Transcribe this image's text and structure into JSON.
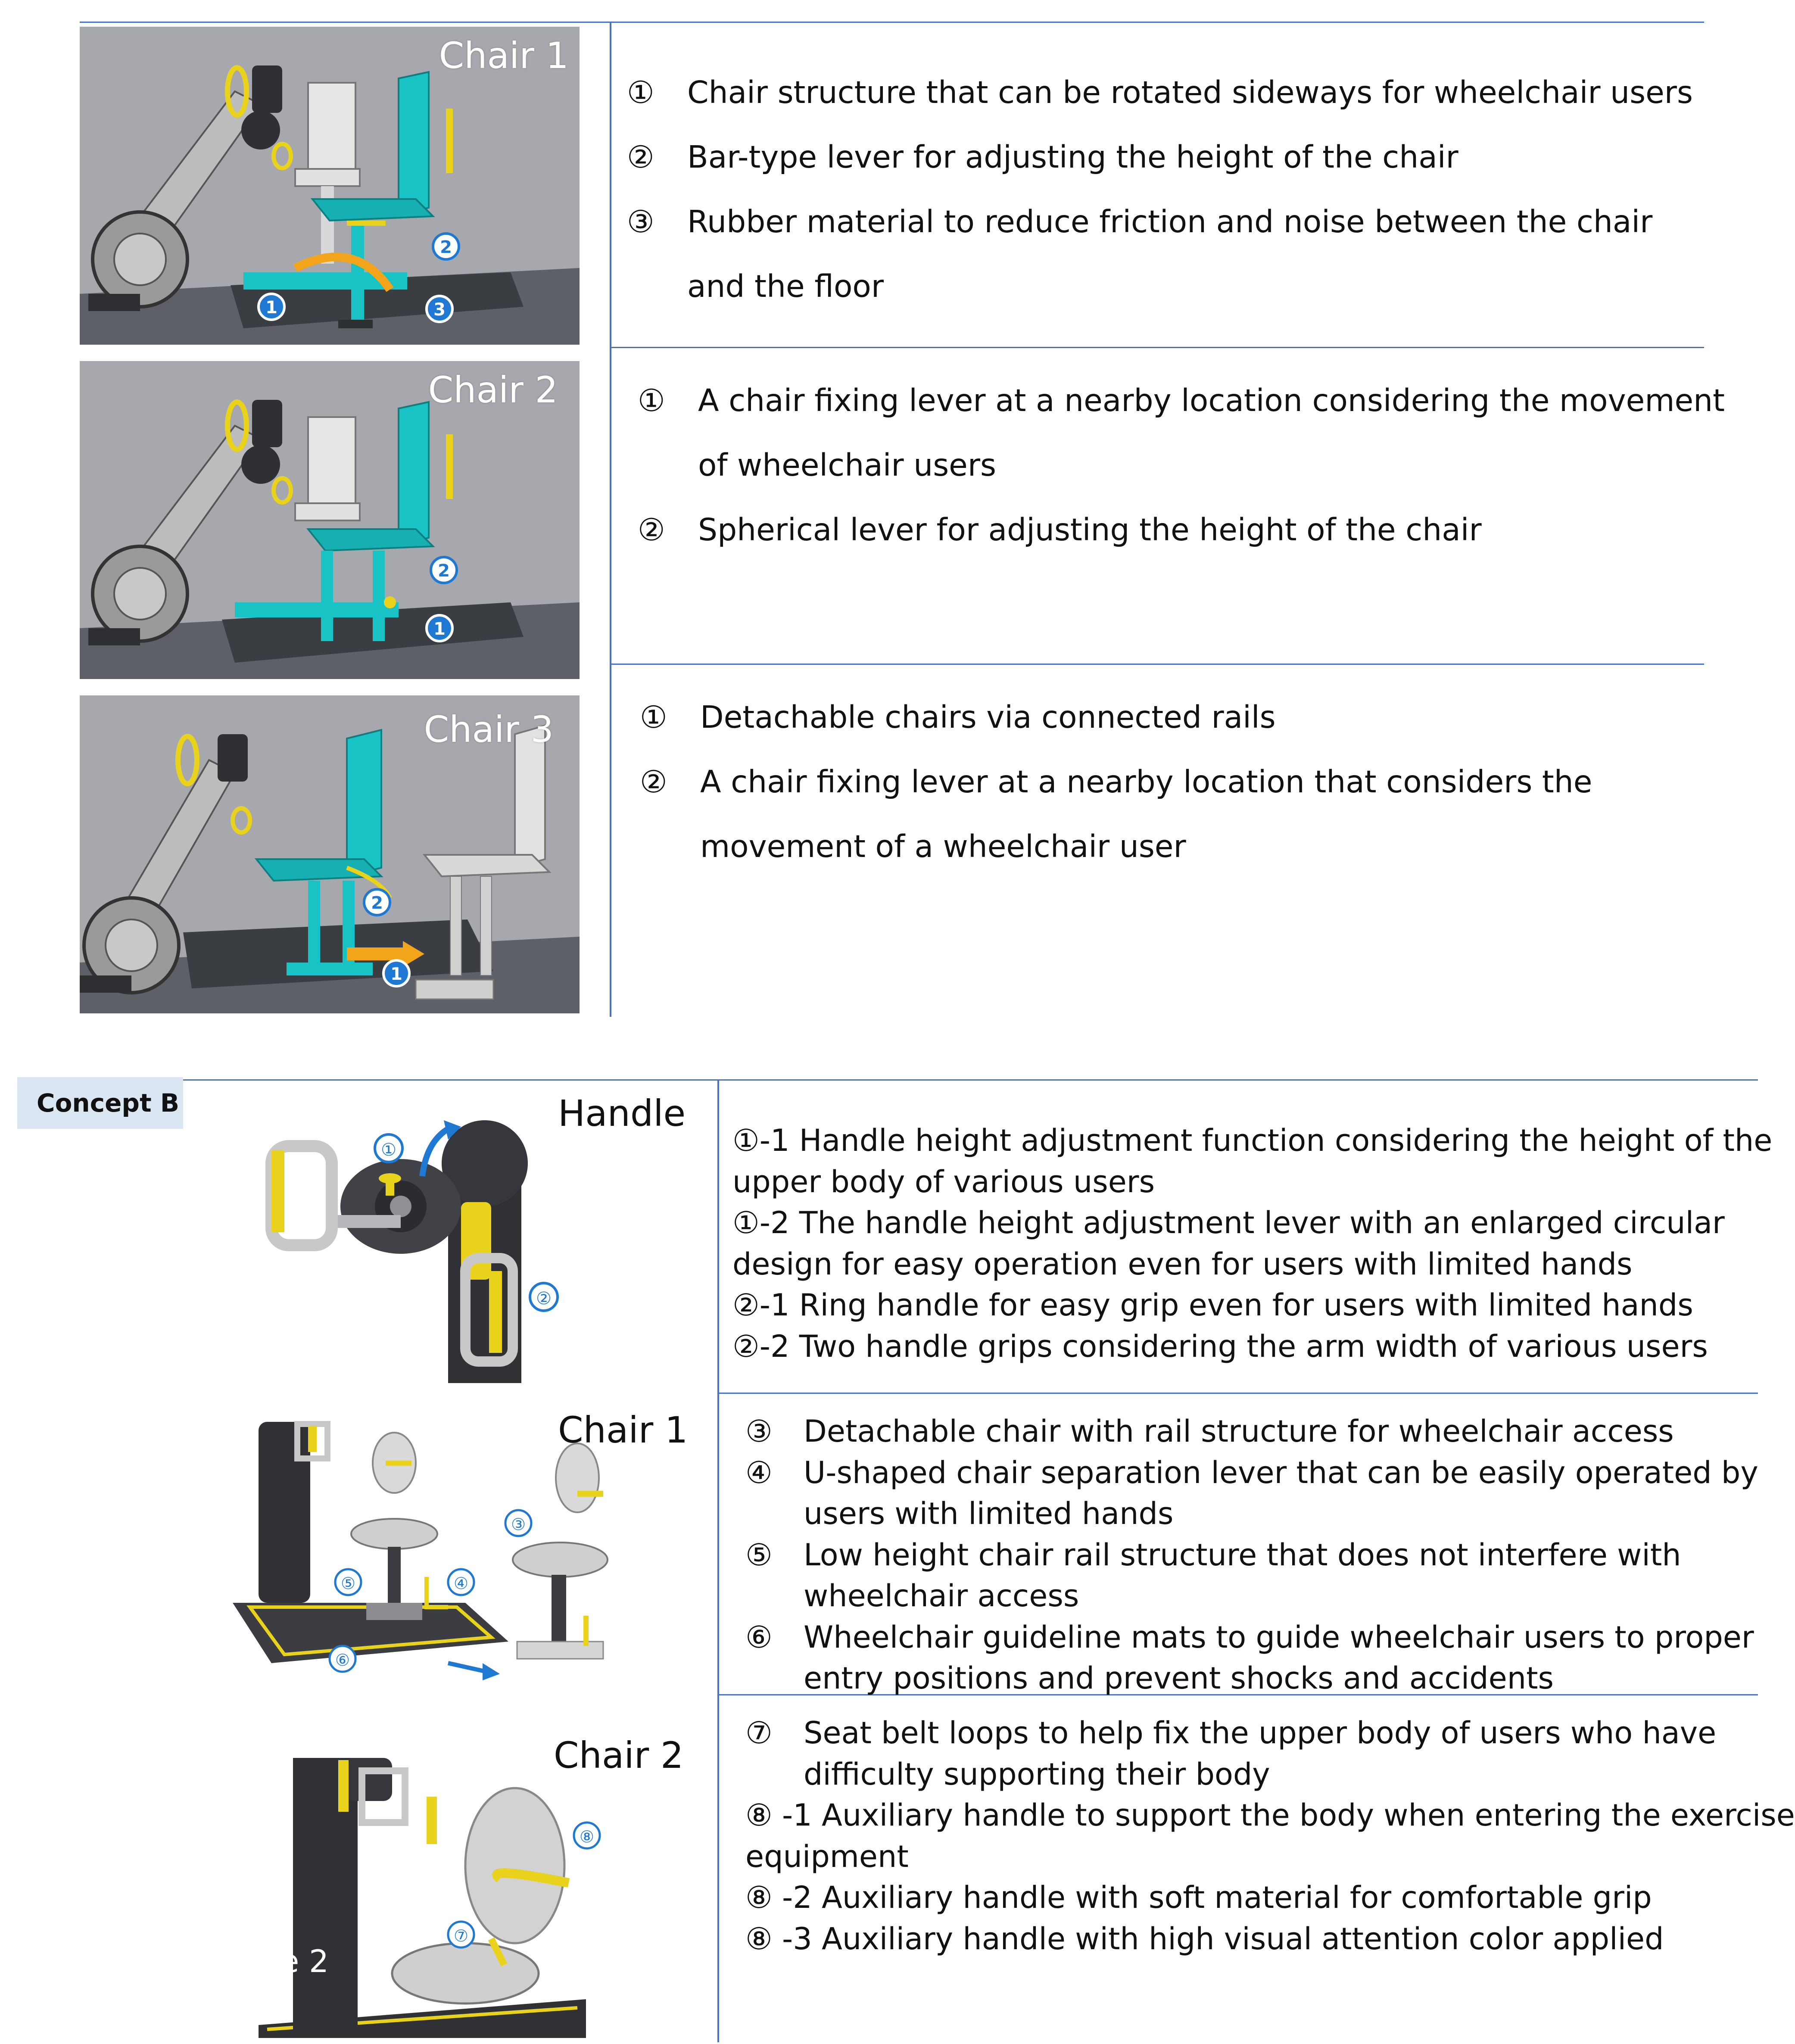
{
  "concept_a": {
    "panels": [
      {
        "title": "Chair 1",
        "items": [
          {
            "num": "①",
            "lines": [
              "Chair structure that can be rotated sideways for wheelchair users"
            ]
          },
          {
            "num": "②",
            "lines": [
              "Bar-type lever for adjusting the height of the chair"
            ]
          },
          {
            "num": "③",
            "lines": [
              "Rubber material to reduce friction and noise between the chair",
              "and the floor"
            ]
          }
        ]
      },
      {
        "title": "Chair 2",
        "items": [
          {
            "num": "①",
            "lines": [
              "A chair fixing lever at a nearby location considering the movement",
              "of wheelchair users"
            ]
          },
          {
            "num": "②",
            "lines": [
              "Spherical lever for adjusting the height of the chair"
            ]
          }
        ]
      },
      {
        "title": "Chair 3",
        "items": [
          {
            "num": "①",
            "lines": [
              "Detachable chairs via connected rails"
            ]
          },
          {
            "num": "②",
            "lines": [
              "A chair fixing lever at a nearby location that considers the",
              "movement of a wheelchair user"
            ]
          }
        ]
      }
    ]
  },
  "concept_b": {
    "label": "Concept B",
    "sections": [
      {
        "title": "Handle",
        "lines": [
          {
            "num": "",
            "text": "①-1 Handle height adjustment function considering the height of the"
          },
          {
            "num": "",
            "text": "upper body of various users"
          },
          {
            "num": "",
            "text": "①-2 The handle height adjustment lever with an enlarged circular"
          },
          {
            "num": "",
            "text": "design for easy operation even for users with limited hands"
          },
          {
            "num": "",
            "text": "②-1  Ring handle for easy grip even for users with limited hands"
          },
          {
            "num": "",
            "text": "②-2 Two handle grips considering the arm width of various users"
          }
        ]
      },
      {
        "title": "Chair 1",
        "lines": [
          {
            "num": "③",
            "text": "Detachable chair with rail structure for wheelchair access"
          },
          {
            "num": "④",
            "text": "U-shaped chair separation lever that can be easily operated by"
          },
          {
            "num": "",
            "text": "users with limited hands"
          },
          {
            "num": "⑤",
            "text": "Low height chair rail structure that does not interfere with"
          },
          {
            "num": "",
            "text": "wheelchair access"
          },
          {
            "num": "⑥",
            "text": "Wheelchair guideline mats to guide wheelchair users to proper"
          },
          {
            "num": "",
            "text": "entry positions and prevent shocks and accidents"
          }
        ]
      },
      {
        "title": "Chair 2",
        "overlay": "e 2",
        "lines": [
          {
            "num": "⑦",
            "text": "Seat belt loops to help fix the upper body of users who have"
          },
          {
            "num": "",
            "text": "difficulty supporting their body"
          },
          {
            "num": "",
            "text": "⑧ -1 Auxiliary handle to support the body when entering the exercise"
          },
          {
            "num": "",
            "text": "equipment"
          },
          {
            "num": "",
            "text": "⑧ -2 Auxiliary handle with soft material for comfortable grip"
          },
          {
            "num": "",
            "text": "⑧ -3 Auxiliary handle with high visual attention color applied"
          }
        ]
      }
    ],
    "callouts": {
      "c1": "①",
      "c2": "②",
      "c3": "③",
      "c4": "④",
      "c5": "⑤",
      "c6": "⑥",
      "c7": "⑦",
      "c8": "⑧"
    }
  },
  "render_callouts": {
    "c1": "1",
    "c2": "2",
    "c3": "3"
  },
  "colors": {
    "rule": "#4a72c0",
    "render_bg": "#a6a8ad",
    "teal": "#19c2c4",
    "yellow": "#e8d21c",
    "callout": "#1f78d1",
    "concept_label_bg": "#dbe6f3"
  }
}
